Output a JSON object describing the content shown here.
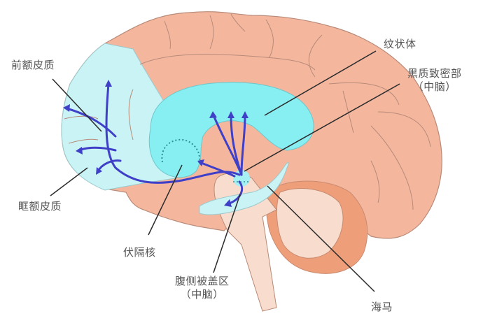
{
  "diagram": {
    "type": "brain-sagittal-dopamine-pathways",
    "colors": {
      "cortex": "#f4b79e",
      "cortex_outline": "#b88a78",
      "prefrontal_region": "#c9f3f5",
      "striatum": "#87eef2",
      "brainstem": "#f8dccd",
      "cerebellum_outer": "#ee9f7a",
      "cerebellum_inner": "#f8dccd",
      "pathway_arrows": "#3f3fc8",
      "leader_lines": "#2b2b2b",
      "label_text": "#555555"
    },
    "labels": {
      "prefrontal_cortex": "前额皮质",
      "orbitofrontal_cortex": "眶额皮质",
      "striatum": "纹状体",
      "substantia_nigra": "黑质致密部",
      "substantia_nigra_sub": "（中脑）",
      "nucleus_accumbens": "伏隔核",
      "vta": "腹侧被盖区",
      "vta_sub": "（中脑）",
      "hippocampus": "海马"
    }
  }
}
